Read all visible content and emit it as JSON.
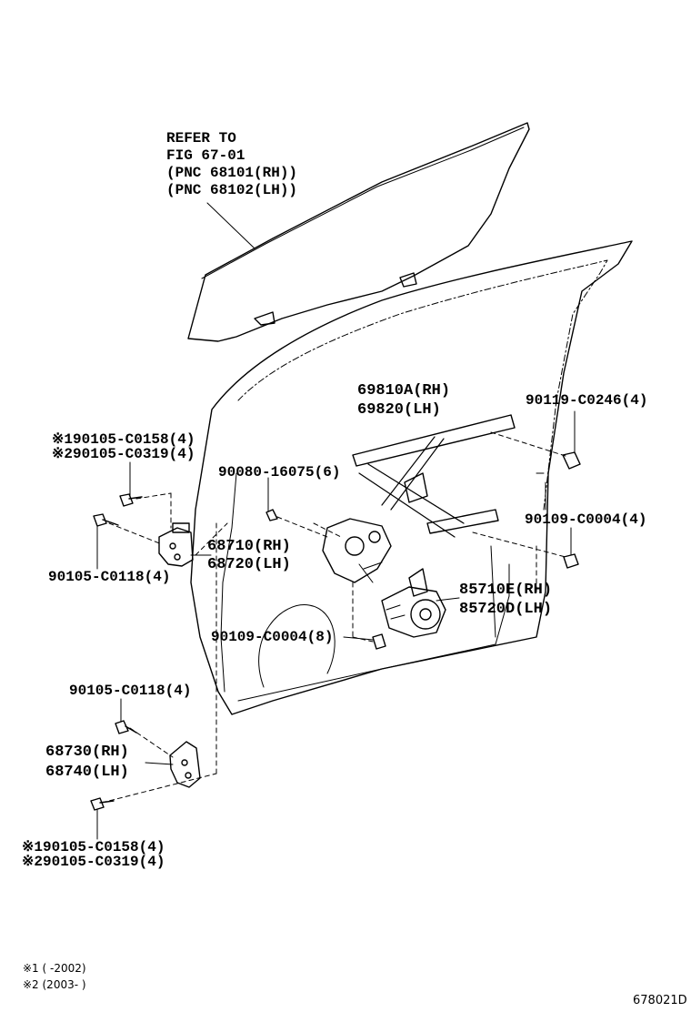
{
  "refer": {
    "line1": "REFER TO",
    "line2": "FIG 67-01",
    "line3": "(PNC 68101(RH))",
    "line4": "(PNC 68102(LH))"
  },
  "regulator": {
    "rh": "69810A(RH)",
    "lh": "69820(LH)"
  },
  "bolt_90119": "90119-C0246(4)",
  "upper_hinge_bolt_a": "※190105-C0158(4)",
  "upper_hinge_bolt_b": "※290105-C0319(4)",
  "bolt_90080": "90080-16075(6)",
  "bolt_90109_right": "90109-C0004(4)",
  "upper_hinge": {
    "rh": "68710(RH)",
    "lh": "68720(LH)"
  },
  "upper_hinge_bolt_c": "90105-C0118(4)",
  "motor": {
    "rh": "85710E(RH)",
    "lh": "85720D(LH)"
  },
  "bolt_90109_motor": "90109-C0004(8)",
  "lower_hinge_bolt_c": "90105-C0118(4)",
  "lower_hinge": {
    "rh": "68730(RH)",
    "lh": "68740(LH)"
  },
  "lower_hinge_bolt_a": "※190105-C0158(4)",
  "lower_hinge_bolt_b": "※290105-C0319(4)",
  "notes": {
    "n1": "※1 (      -2002)",
    "n2": "※2 (2003-      )"
  },
  "figure_code": "678021D"
}
